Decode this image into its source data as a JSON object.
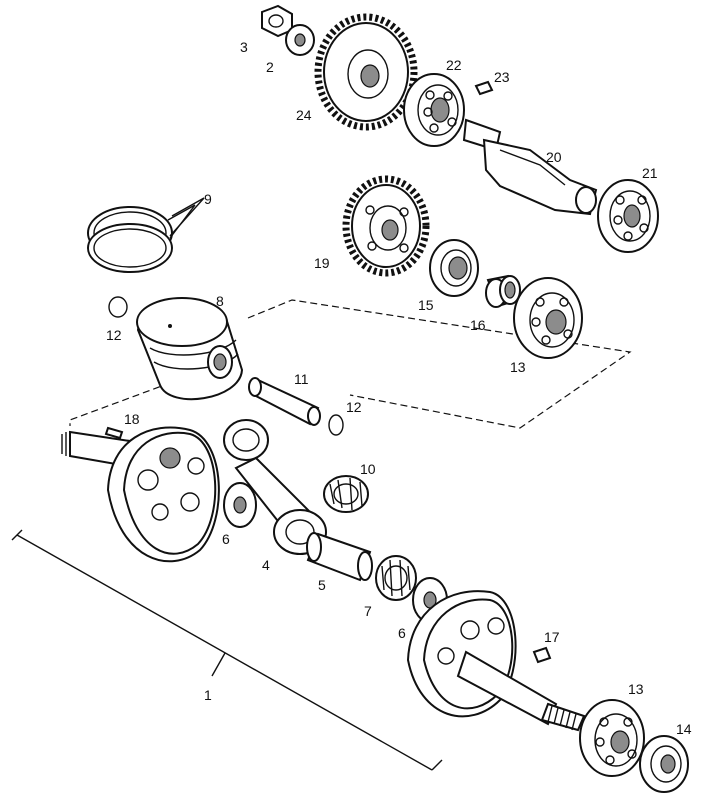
{
  "labels": {
    "l1": "1",
    "l2": "2",
    "l3": "3",
    "l4": "4",
    "l5": "5",
    "l6a": "6",
    "l6b": "6",
    "l7": "7",
    "l8": "8",
    "l9": "9",
    "l10": "10",
    "l11": "11",
    "l12a": "12",
    "l12b": "12",
    "l13a": "13",
    "l13b": "13",
    "l14": "14",
    "l15": "15",
    "l16": "16",
    "l17": "17",
    "l18": "18",
    "l19": "19",
    "l20": "20",
    "l21": "21",
    "l22": "22",
    "l23": "23",
    "l24": "24"
  }
}
